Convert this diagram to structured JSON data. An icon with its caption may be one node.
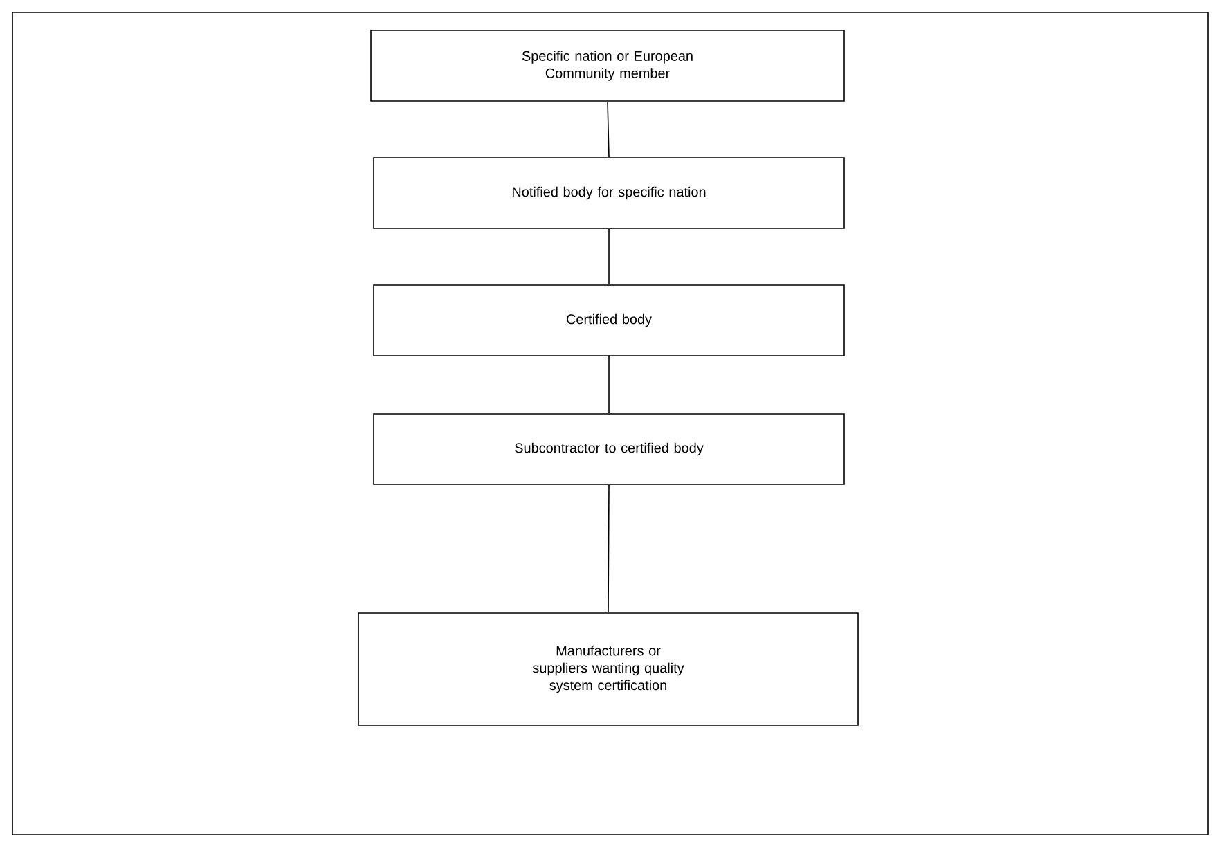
{
  "diagram": {
    "nodes": [
      {
        "text": [
          "Specific nation or European Community member"
        ]
      },
      {
        "text": [
          "Notified body for specific nation"
        ]
      },
      {
        "text": [
          "Certified body"
        ]
      },
      {
        "text": [
          "Subcontractor to certified body"
        ]
      },
      {
        "text": [
          "Manufacturers or suppliers wanting quality system certification"
        ]
      }
    ],
    "edges": [
      {
        "from": 0,
        "to": 1,
        "arrow": "none"
      },
      {
        "from": 1,
        "to": 2,
        "arrow": "none"
      },
      {
        "from": 2,
        "to": 3,
        "arrow": "none"
      },
      {
        "from": 3,
        "to": 4,
        "arrow": "none"
      }
    ]
  }
}
